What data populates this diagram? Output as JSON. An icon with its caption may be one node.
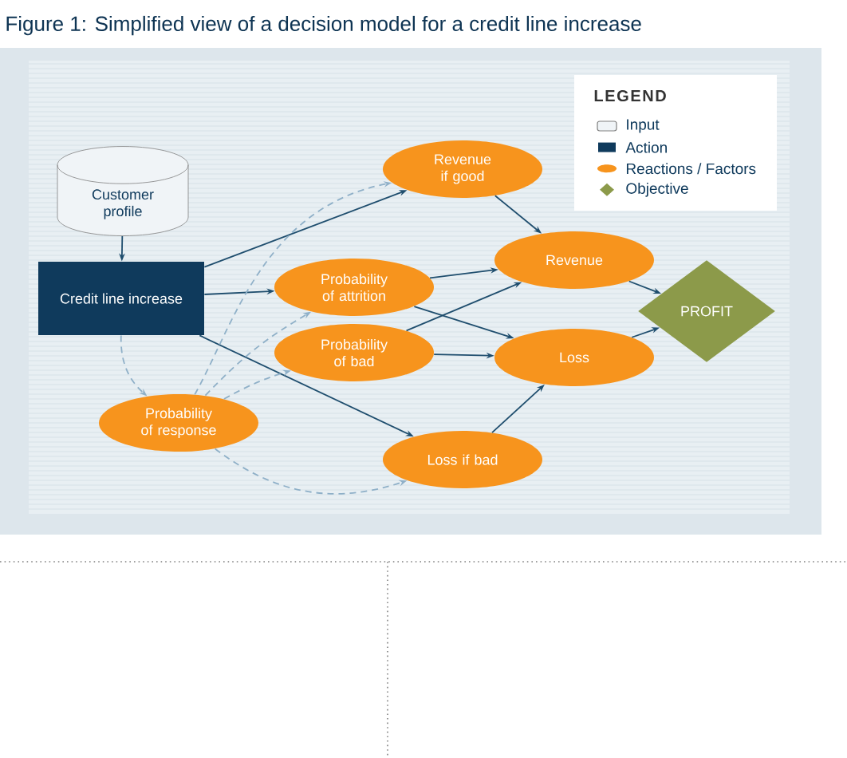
{
  "diagram": {
    "title": "Figure 1: Simplified view of a decision model for a credit line increase",
    "nodes": [
      {
        "text": [
          "Customer profile"
        ]
      },
      {
        "text": [
          "Credit line increase"
        ]
      },
      {
        "text": [
          "Revenue if good"
        ]
      },
      {
        "text": [
          "Probability of attrition"
        ]
      },
      {
        "text": [
          "Probability of bad"
        ]
      },
      {
        "text": [
          "Probability of response"
        ]
      },
      {
        "text": [
          "Revenue"
        ]
      },
      {
        "text": [
          "Loss"
        ]
      },
      {
        "text": [
          "Loss if bad"
        ]
      },
      {
        "text": [
          "PROFIT"
        ]
      }
    ],
    "edges": [
      {
        "from": 0,
        "to": 1,
        "arrow": "to"
      },
      {
        "from": 1,
        "to": 2,
        "arrow": "to"
      },
      {
        "from": 1,
        "to": 3,
        "arrow": "to"
      },
      {
        "from": 1,
        "to": 8,
        "arrow": "to"
      },
      {
        "from": 2,
        "to": 6,
        "arrow": "to"
      },
      {
        "from": 3,
        "to": 6,
        "arrow": "to"
      },
      {
        "from": 3,
        "to": 7,
        "arrow": "to"
      },
      {
        "from": 4,
        "to": 6,
        "arrow": "to"
      },
      {
        "from": 4,
        "to": 7,
        "arrow": "to"
      },
      {
        "from": 8,
        "to": 7,
        "arrow": "to"
      },
      {
        "from": 6,
        "to": 9,
        "arrow": "to"
      },
      {
        "from": 7,
        "to": 9,
        "arrow": "to"
      },
      {
        "from": 1,
        "to": 5,
        "arrow": "to",
        "style": "dashed",
        "color": "#8fb0c8"
      },
      {
        "from": 5,
        "to": 2,
        "arrow": "to",
        "style": "dashed",
        "color": "#8fb0c8"
      },
      {
        "from": 5,
        "to": 3,
        "arrow": "to",
        "style": "dashed",
        "color": "#8fb0c8"
      },
      {
        "from": 5,
        "to": 4,
        "arrow": "to",
        "style": "dashed",
        "color": "#8fb0c8"
      },
      {
        "from": 5,
        "to": 8,
        "arrow": "to",
        "style": "dashed",
        "color": "#8fb0c8"
      }
    ],
    "labels": [
      "LEGEND"
    ],
    "legend": [
      {
        "text": "Input"
      },
      {
        "text": "Action",
        "color": "#0f3a5c"
      },
      {
        "text": "Reactions / Factors",
        "color": "#f7941d"
      },
      {
        "text": "Objective",
        "color": "#8c9a4a"
      }
    ]
  }
}
